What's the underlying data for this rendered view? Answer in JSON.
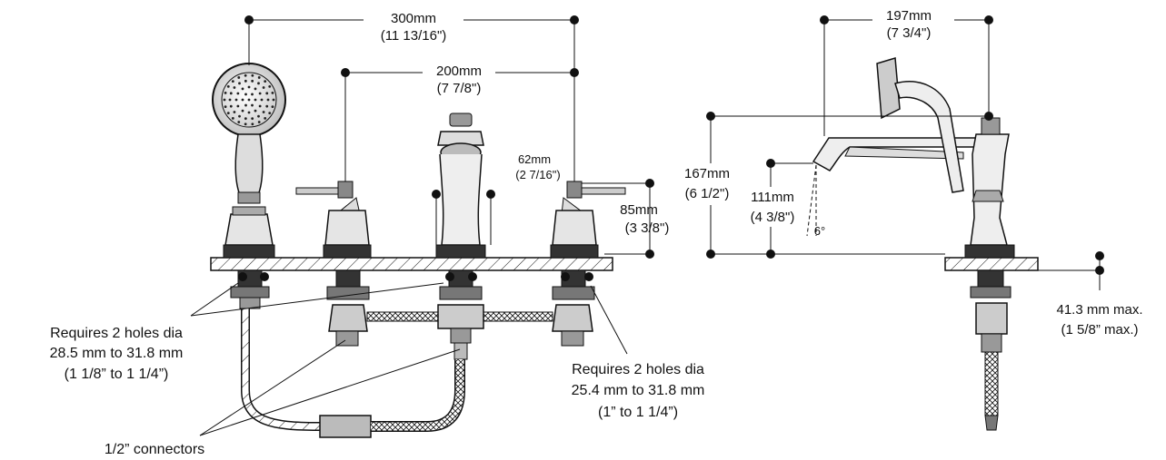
{
  "dimensions": {
    "overall_width": {
      "mm": "300mm",
      "inch": "(11 13/16\")"
    },
    "center_width": {
      "mm": "200mm",
      "inch": "(7 7/8\")"
    },
    "spout_height": {
      "mm": "62mm",
      "inch": "(2 7/16\")"
    },
    "handle_height": {
      "mm": "85mm",
      "inch": "(3 3/8\")"
    },
    "side_reach": {
      "mm": "197mm",
      "inch": "(7 3/4\")"
    },
    "total_height": {
      "mm": "167mm",
      "inch": "(6 1/2\")"
    },
    "outlet_height": {
      "mm": "111mm",
      "inch": "(4 3/8\")"
    },
    "spout_angle": "6°",
    "deck_thickness": {
      "mm": "41.3 mm max.",
      "inch": "(1 5/8” max.)"
    }
  },
  "notes": {
    "holes_left": [
      "Requires 2 holes dia",
      "28.5 mm to 31.8 mm",
      "(1 1/8” to 1 1/4”)"
    ],
    "holes_right": [
      "Requires 2 holes dia",
      "25.4 mm to 31.8 mm",
      "(1” to 1 1/4”)"
    ],
    "connectors": "1/2” connectors"
  }
}
